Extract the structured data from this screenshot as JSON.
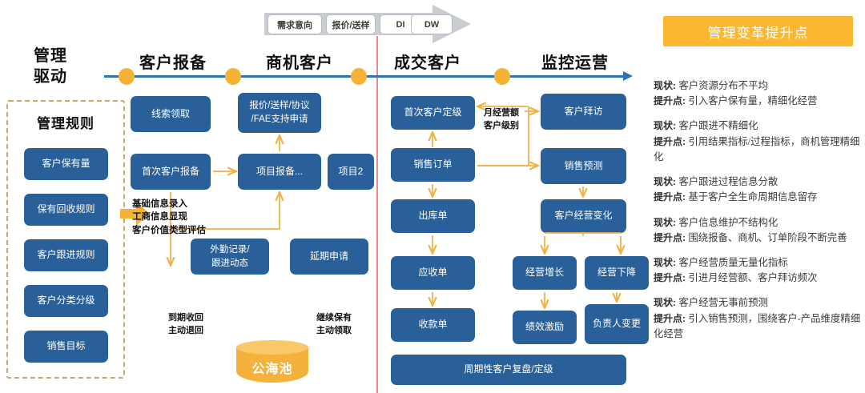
{
  "stage_banner": {
    "chips": [
      "需求意向",
      "报价/送样",
      "DI",
      "DW"
    ]
  },
  "timeline": {
    "drive_title": "管理\n驱动",
    "phases": [
      "客户报备",
      "商机客户",
      "成交客户",
      "监控运营"
    ]
  },
  "rules_group": {
    "title": "管理规则",
    "items": [
      "客户保有量",
      "保有回收规则",
      "客户跟进规则",
      "客户分类分级",
      "销售目标"
    ]
  },
  "flow": {
    "report_nodes": {
      "lead": "线索领取",
      "first_report": "首次客户报备",
      "quote": "报价/送样/协议\n/FAE支持申请",
      "project_report": "项目报备...",
      "project2": "项目2",
      "field_record": "外勤记录/\n跟进动态",
      "extend": "延期申请"
    },
    "deal_nodes": {
      "first_grade": "首次客户定级",
      "sales_order": "销售订单",
      "delivery": "出库单",
      "receivable": "应收单",
      "payment": "收款单",
      "periodic_review": "周期性客户复盘/定级"
    },
    "ops_nodes": {
      "visit": "客户拜访",
      "forecast": "销售预测",
      "change": "客户经营变化",
      "growth": "经营增长",
      "decline": "经营下降",
      "incentive": "绩效激励",
      "owner_change": "负责人变更"
    },
    "annotations": {
      "basic_info": "基础信息录入\n工商信息显现\n客户价值类型评估",
      "recycle": "到期收回\n主动退回",
      "keep": "继续保有\n主动领取",
      "monthly": "月经营额\n客户级别"
    },
    "pool_label": "公海池"
  },
  "panel": {
    "title": "管理变革提升点",
    "status_label": "现状:",
    "improve_label": "提升点:",
    "items": [
      {
        "status": "客户资源分布不平均",
        "improve": "引入客户保有量，精细化经营"
      },
      {
        "status": "客户跟进不精细化",
        "improve": "引用结果指标/过程指标，商机管理精细化"
      },
      {
        "status": "客户跟进过程信息分散",
        "improve": "基于客户全生命周期信息留存"
      },
      {
        "status": "客户信息维护不结构化",
        "improve": "围绕报备、商机、订单阶段不断完善"
      },
      {
        "status": "客户经营质量无量化指标",
        "improve": "引进月经营额、客户拜访频次"
      },
      {
        "status": "客户经营无事前预测",
        "improve": "引入销售预测，围绕客户-产品维度精细化经营"
      }
    ]
  },
  "colors": {
    "node_blue": "#2A6099",
    "accent_orange": "#FBB731",
    "timeline_blue": "#2E74B5",
    "divider_red": "#EB8A8A",
    "dashed_border": "#C9A86A"
  }
}
